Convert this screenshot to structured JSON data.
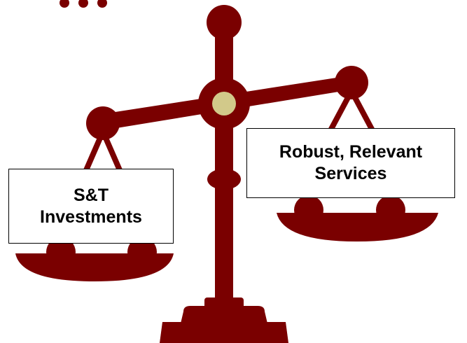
{
  "colors": {
    "scale": "#7a0000",
    "pivot": "#d2c98a",
    "box_border": "#000000",
    "background": "#ffffff"
  },
  "left_pan": {
    "line1": "S&T",
    "line2": "Investments"
  },
  "right_pan": {
    "line1": "Robust, Relevant",
    "line2": "Services"
  }
}
